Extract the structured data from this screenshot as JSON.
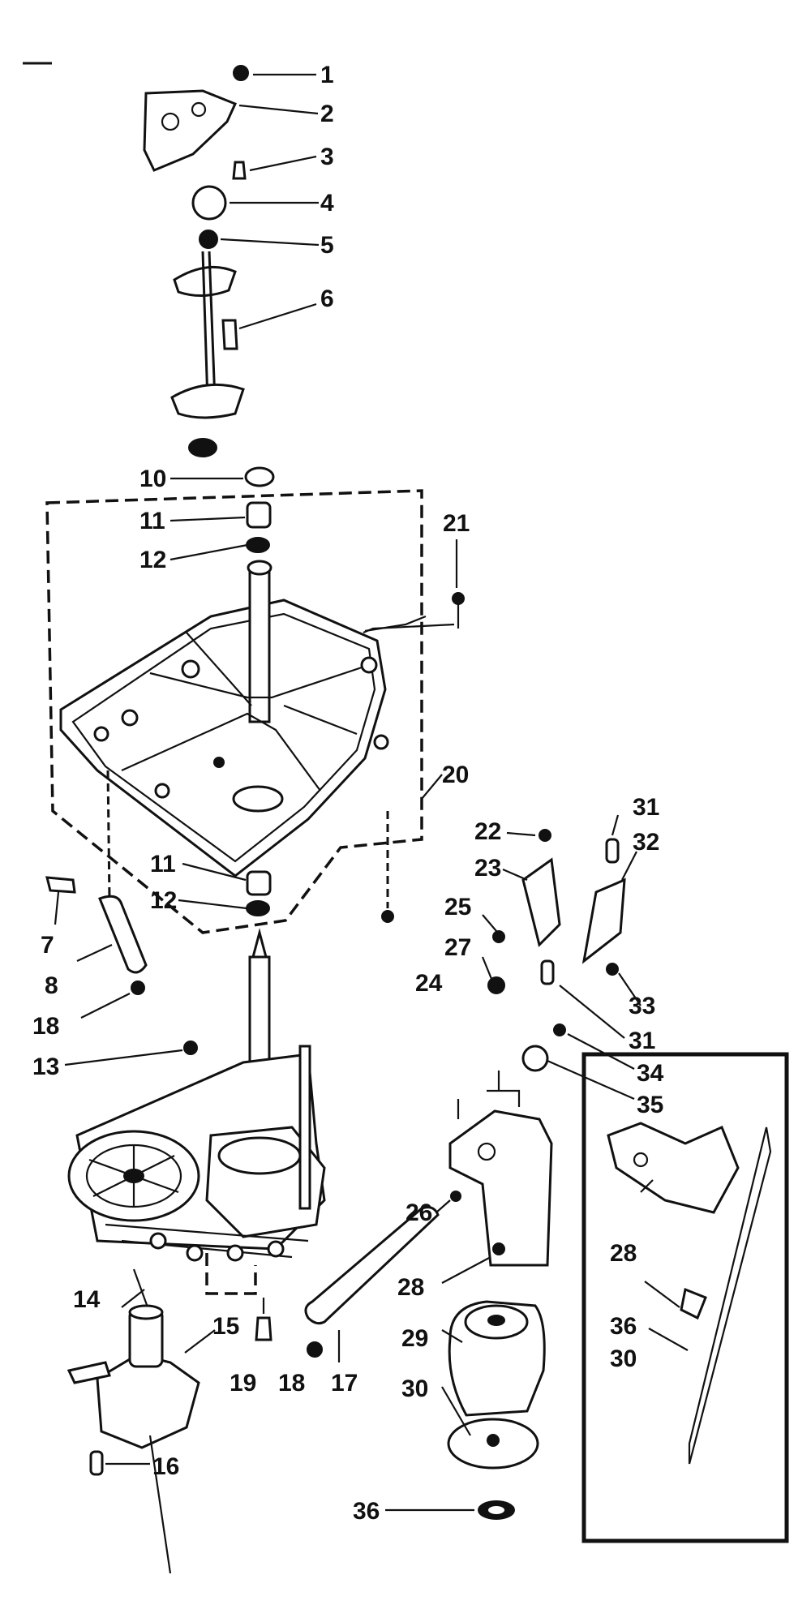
{
  "labels": {
    "l1": "1",
    "l2": "2",
    "l3": "3",
    "l4": "4",
    "l5": "5",
    "l6": "6",
    "l10": "10",
    "l11a": "11",
    "l12a": "12",
    "l21": "21",
    "l20": "20",
    "l11b": "11",
    "l12b": "12",
    "l7": "7",
    "l8": "8",
    "l18a": "18",
    "l13": "13",
    "l22": "22",
    "l23": "23",
    "l25": "25",
    "l27": "27",
    "l24": "24",
    "l31a": "31",
    "l32": "32",
    "l33": "33",
    "l31b": "31",
    "l34": "34",
    "l35": "35",
    "l14": "14",
    "l15": "15",
    "l16": "16",
    "l19": "19",
    "l18b": "18",
    "l17": "17",
    "l26": "26",
    "l28a": "28",
    "l29": "29",
    "l30a": "30",
    "l36a": "36",
    "l28b": "28",
    "l36b": "36",
    "l30b": "30"
  }
}
